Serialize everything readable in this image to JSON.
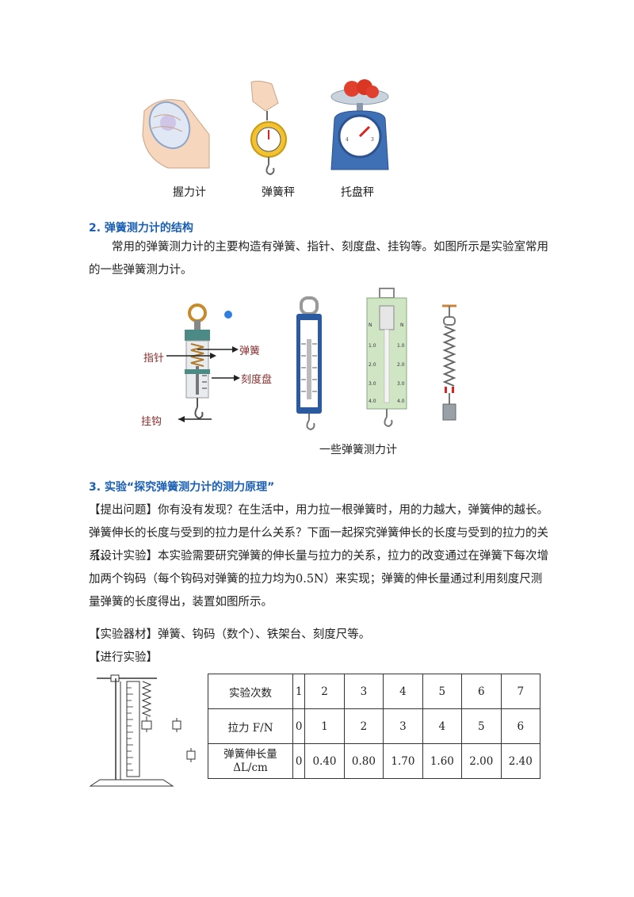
{
  "top_figures": {
    "captions": [
      "握力计",
      "弹簧秤",
      "托盘秤"
    ]
  },
  "section2": {
    "heading": "2. 弹簧测力计的结构",
    "paragraph": "常用的弹簧测力计的主要构造有弹簧、指针、刻度盘、挂钩等。如图所示是实验室常用的一些弹簧测力计。",
    "labels": {
      "pointer": "指针",
      "spring": "弹簧",
      "dial": "刻度盘",
      "hook": "挂钩"
    },
    "caption": "一些弹簧测力计"
  },
  "section3": {
    "heading": "3. 实验“探究弹簧测力计的测力原理”",
    "p1": "【提出问题】你有没有发现？在生活中，用力拉一根弹簧时，用的力越大，弹簧伸的越长。弹簧伸长的长度与受到的拉力是什么关系？下面一起探究弹簧伸长的长度与受到的拉力的关系。",
    "p2": "【设计实验】本实验需要研究弹簧的伸长量与拉力的关系，拉力的改变通过在弹簧下每次增加两个钩码（每个钩码对弹簧的拉力均为0.5N）来实现；弹簧的伸长量通过利用刻度尺测量弹簧的长度得出，装置如图所示。",
    "p3": "【实验器材】弹簧、钩码（数个）、铁架台、刻度尺等。",
    "p4": "【进行实验】"
  },
  "table": {
    "row_headers": [
      "实验次数",
      "拉力 F/N",
      "弹簧伸长量",
      "ΔL/cm"
    ],
    "trials": [
      "1",
      "2",
      "3",
      "4",
      "5",
      "6",
      "7"
    ],
    "force": [
      "0",
      "1",
      "2",
      "3",
      "4",
      "5",
      "6"
    ],
    "extension": [
      "0",
      "0.40",
      "0.80",
      "1.70",
      "1.60",
      "2.00",
      "2.40"
    ]
  }
}
